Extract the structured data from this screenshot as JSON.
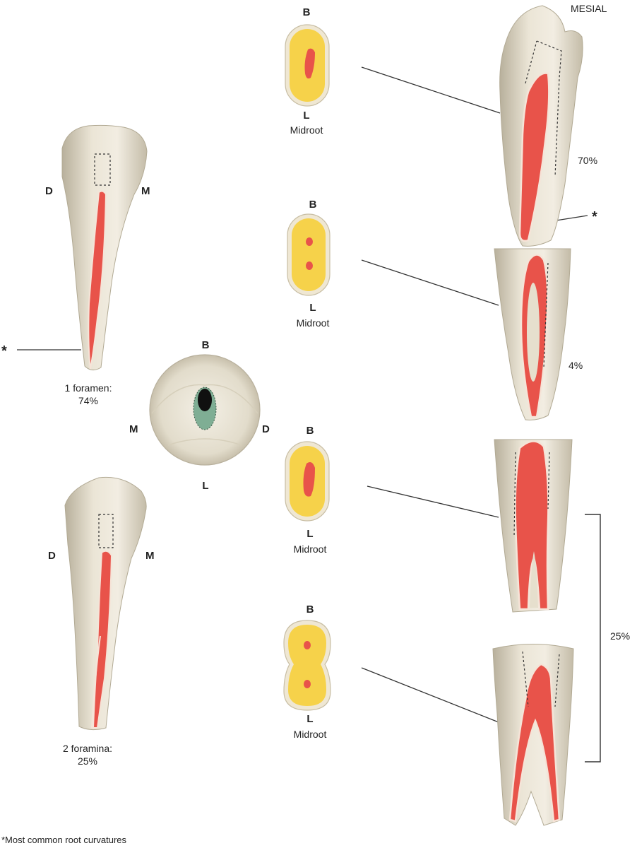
{
  "header": {
    "view_label": "MESIAL"
  },
  "orientation": {
    "buccal": "B",
    "lingual": "L",
    "mesial": "M",
    "distal": "D",
    "asterisk": "*"
  },
  "left_teeth": [
    {
      "caption_line1": "1 foramen:",
      "caption_line2": "74%"
    },
    {
      "caption_line1": "2 foramina:",
      "caption_line2": "25%"
    }
  ],
  "cross_sections": [
    {
      "label": "Midroot"
    },
    {
      "label": "Midroot"
    },
    {
      "label": "Midroot"
    },
    {
      "label": "Midroot"
    }
  ],
  "percentages": {
    "type_1": "70%",
    "type_2": "4%",
    "type_3_4": "25%"
  },
  "footnote": "*Most common root curvatures",
  "colors": {
    "enamel": "#e7e0cf",
    "dentin": "#f6d24a",
    "pulp": "#e8534a",
    "outline": "#3a3a3a"
  }
}
